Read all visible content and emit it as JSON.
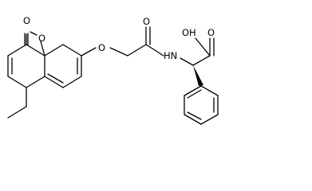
{
  "labels": {
    "lactone_carbonyl_O": "O",
    "ring_O": "O",
    "ether_O": "O",
    "amide_O": "O",
    "nh": "HN",
    "acid_carbonyl_O": "O",
    "hydroxyl": "OH"
  },
  "colors": {
    "ink": "#000000",
    "background": "#ffffff"
  }
}
